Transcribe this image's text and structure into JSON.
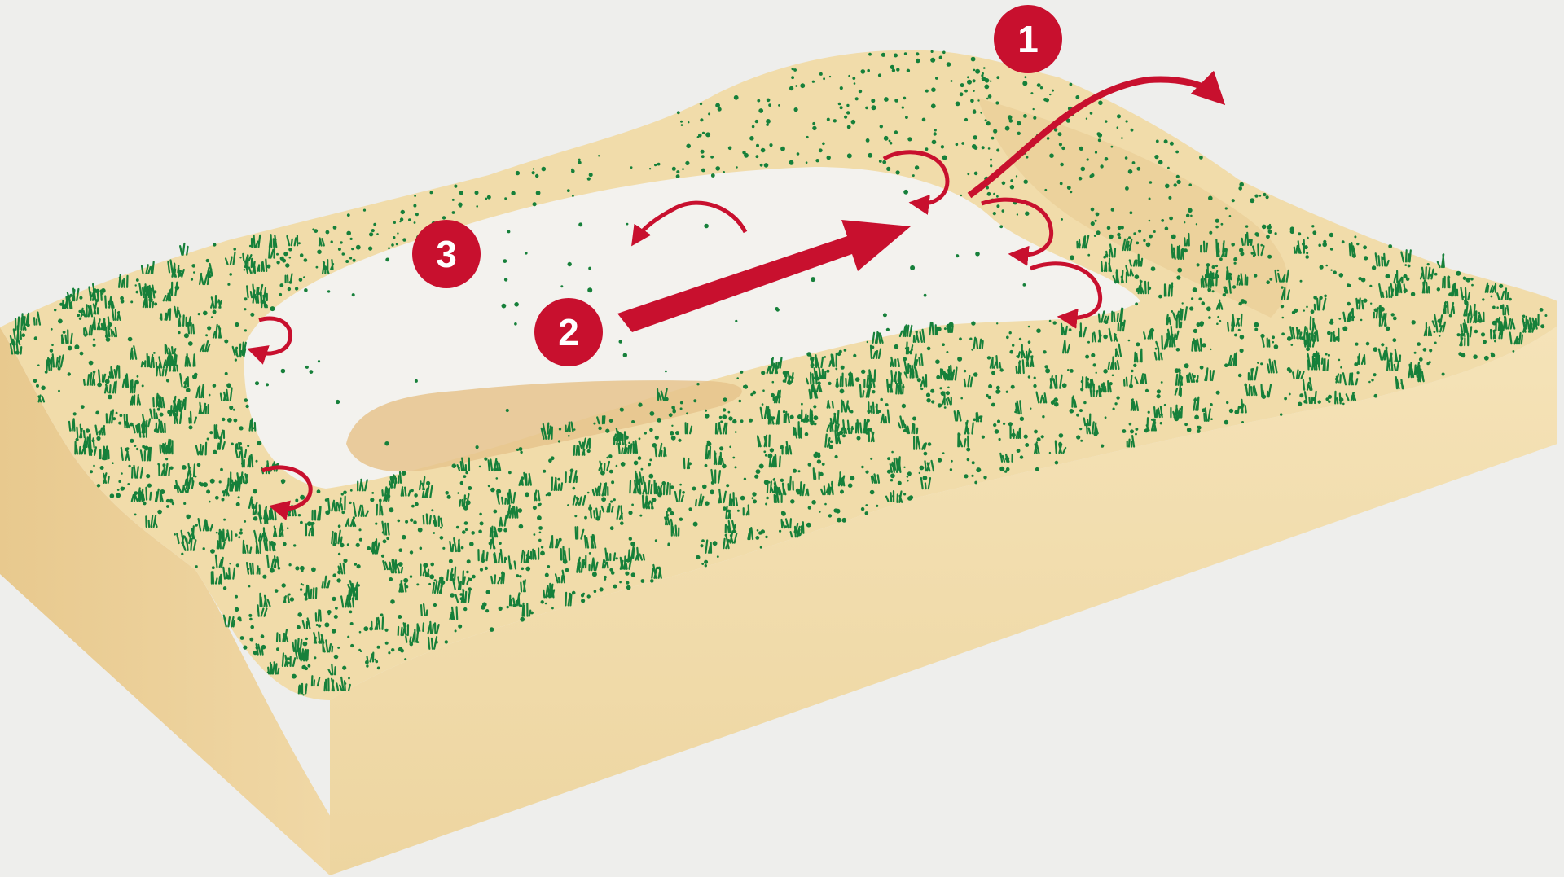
{
  "diagram": {
    "colors": {
      "background": "#eeeeec",
      "sand_light": "#f2deb0",
      "sand_mid": "#efd9a4",
      "sand_dark": "#e2c186",
      "vegetation": "#16803a",
      "hollow": "#f3f2ee",
      "deposit": "#e6c48d",
      "arrow_red": "#c8102e"
    },
    "markers": [
      {
        "id": "marker-1",
        "label": "1"
      },
      {
        "id": "marker-2",
        "label": "2"
      },
      {
        "id": "marker-3",
        "label": "3"
      }
    ],
    "arrows": {
      "main_wind": "red-wide-arrow",
      "exit_flow": "red-curved-arrow",
      "eddies": "red-curl-arrows"
    },
    "icons": [
      "grass-tuft-icon",
      "dot-vegetation-icon"
    ]
  }
}
